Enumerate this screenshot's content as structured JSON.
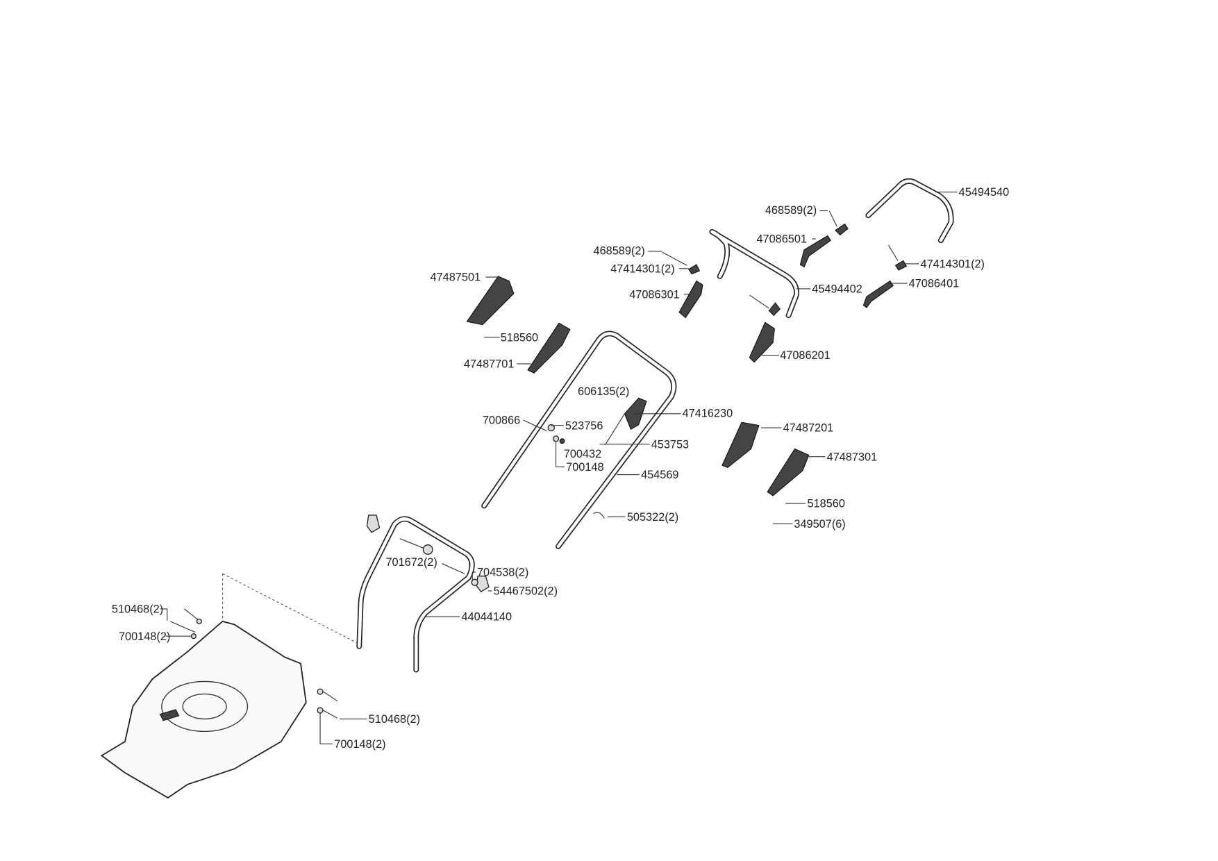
{
  "diagram": {
    "labels": [
      {
        "id": "upper-bar",
        "text": "45494540"
      },
      {
        "id": "screw-right",
        "text": "468589(2)"
      },
      {
        "id": "lever-right",
        "text": "47086501"
      },
      {
        "id": "clip-right",
        "text": "47414301(2)"
      },
      {
        "id": "screw-left",
        "text": "468589(2)"
      },
      {
        "id": "clip-left",
        "text": "47414301(2)"
      },
      {
        "id": "lever-left",
        "text": "47086301"
      },
      {
        "id": "bail-bar",
        "text": "45494402"
      },
      {
        "id": "lever-right-2",
        "text": "47086401"
      },
      {
        "id": "cover-left-top",
        "text": "47487501"
      },
      {
        "id": "screw-518560-a",
        "text": "518560"
      },
      {
        "id": "cover-left-bottom",
        "text": "47487701"
      },
      {
        "id": "lever-center",
        "text": "47086201"
      },
      {
        "id": "rivet",
        "text": "606135(2)"
      },
      {
        "id": "bracket",
        "text": "47416230"
      },
      {
        "id": "bolt-700866",
        "text": "700866"
      },
      {
        "id": "clip-523756",
        "text": "523756"
      },
      {
        "id": "cover-right-top",
        "text": "47487201"
      },
      {
        "id": "cable",
        "text": "453753"
      },
      {
        "id": "nut-700432",
        "text": "700432"
      },
      {
        "id": "washer-700148",
        "text": "700148"
      },
      {
        "id": "cover-right-bottom",
        "text": "47487301"
      },
      {
        "id": "upper-handle",
        "text": "454569"
      },
      {
        "id": "screw-518560-b",
        "text": "518560"
      },
      {
        "id": "cable-clip",
        "text": "505322(2)"
      },
      {
        "id": "screw-349507",
        "text": "349507(6)"
      },
      {
        "id": "bolt-701672",
        "text": "701672(2)"
      },
      {
        "id": "washer-704538",
        "text": "704538(2)"
      },
      {
        "id": "knob",
        "text": "54467502(2)"
      },
      {
        "id": "lower-handle",
        "text": "44044140"
      },
      {
        "id": "screw-510468-a",
        "text": "510468(2)"
      },
      {
        "id": "washer-700148-a",
        "text": "700148(2)"
      },
      {
        "id": "screw-510468-b",
        "text": "510468(2)"
      },
      {
        "id": "washer-700148-b",
        "text": "700148(2)"
      }
    ]
  }
}
